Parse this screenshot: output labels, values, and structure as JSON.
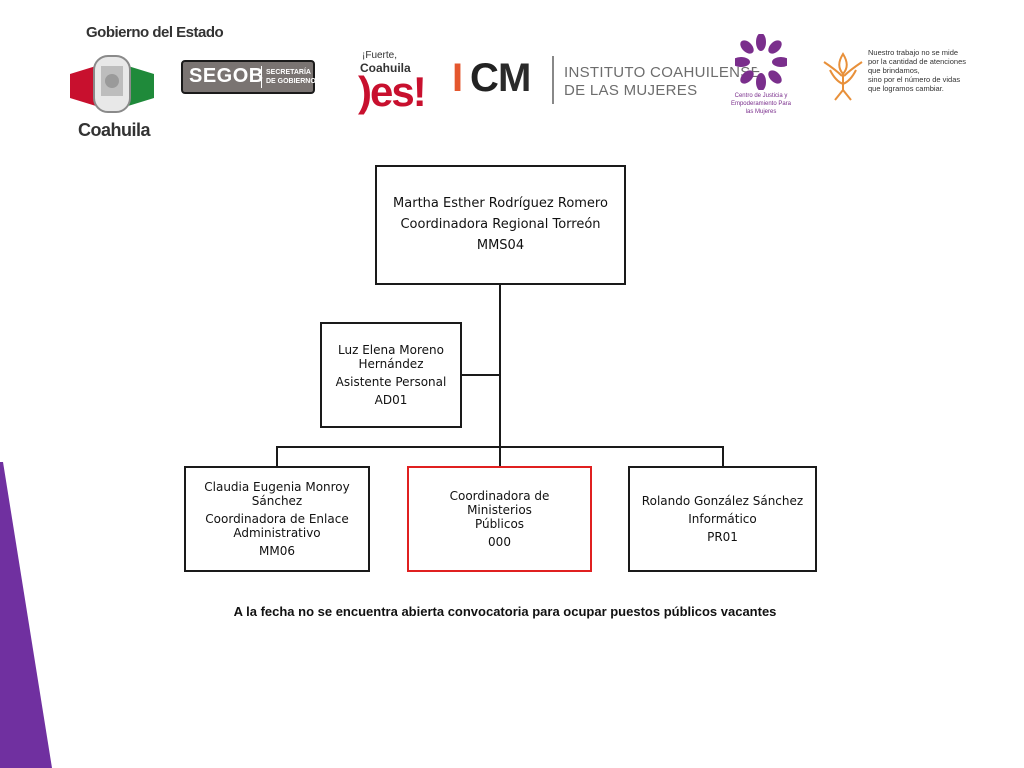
{
  "logos": {
    "gobierno": {
      "line1": "Gobierno del Estado",
      "line2": "Coahuila"
    },
    "segob": {
      "big": "SEGOB",
      "small1": "SECRETARÍA",
      "small2": "DE GOBIERNO"
    },
    "fuerte": {
      "line1": "¡Fuerte,",
      "line2": "Coahuila",
      "line3": ")es!"
    },
    "icm": {
      "letters": [
        "I",
        "C",
        "M"
      ],
      "letter_colors": [
        "#e4572e",
        "#222222",
        "#2a2a2a"
      ],
      "name_line1": "INSTITUTO COAHUILENSE",
      "name_line2": "DE LAS MUJERES"
    },
    "centro_justicia": {
      "text": "Centro de Justicia y Empoderamiento Para las Mujeres"
    },
    "nuestro_trabajo": {
      "lines": [
        "Nuestro trabajo no se mide",
        "por la cantidad de atenciones",
        "que brindamos,",
        "sino por el número de vidas",
        "que logramos cambiar."
      ]
    }
  },
  "org": {
    "head": {
      "name": "Martha Esther Rodríguez Romero",
      "title": "Coordinadora Regional Torreón",
      "code": "MMS04"
    },
    "assistant": {
      "name1": "Luz Elena Moreno",
      "name2": "Hernández",
      "title": "Asistente Personal",
      "code": "AD01"
    },
    "left": {
      "name1": "Claudia Eugenia Monroy",
      "name2": "Sánchez",
      "title1": "Coordinadora de Enlace",
      "title2": "Administrativo",
      "code": "MM06"
    },
    "center": {
      "title1": "Coordinadora de Ministerios",
      "title2": "Públicos",
      "code": "000"
    },
    "right": {
      "name": "Rolando González Sánchez",
      "title": "Informático",
      "code": "PR01"
    }
  },
  "note": "A la fecha no se encuentra abierta convocatoria para ocupar puestos públicos vacantes",
  "colors": {
    "accent_purple": "#7030a0",
    "vacant_border": "#e02020",
    "line": "#1a1a1a"
  }
}
